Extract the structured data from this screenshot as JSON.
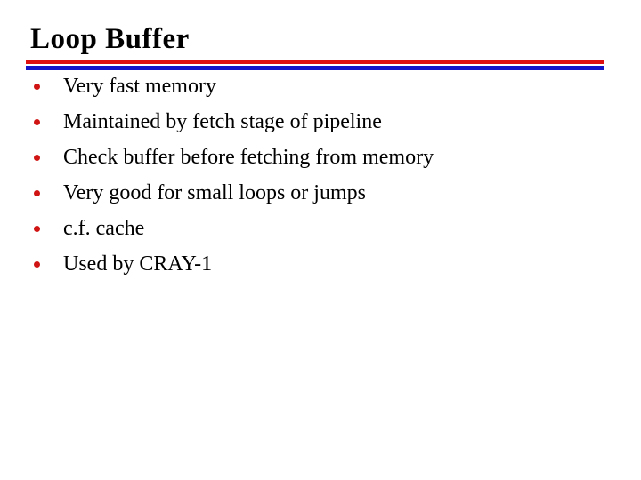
{
  "slide": {
    "title": "Loop Buffer",
    "bullets": [
      "Very fast memory",
      "Maintained by fetch stage of pipeline",
      "Check buffer before fetching from memory",
      "Very good for small loops or jumps",
      "c.f. cache",
      "Used by CRAY-1"
    ],
    "colors": {
      "rule_red": "#df1010",
      "rule_blue": "#1414c8",
      "bullet_dot": "#d01414",
      "text": "#000000",
      "background": "#ffffff"
    }
  }
}
